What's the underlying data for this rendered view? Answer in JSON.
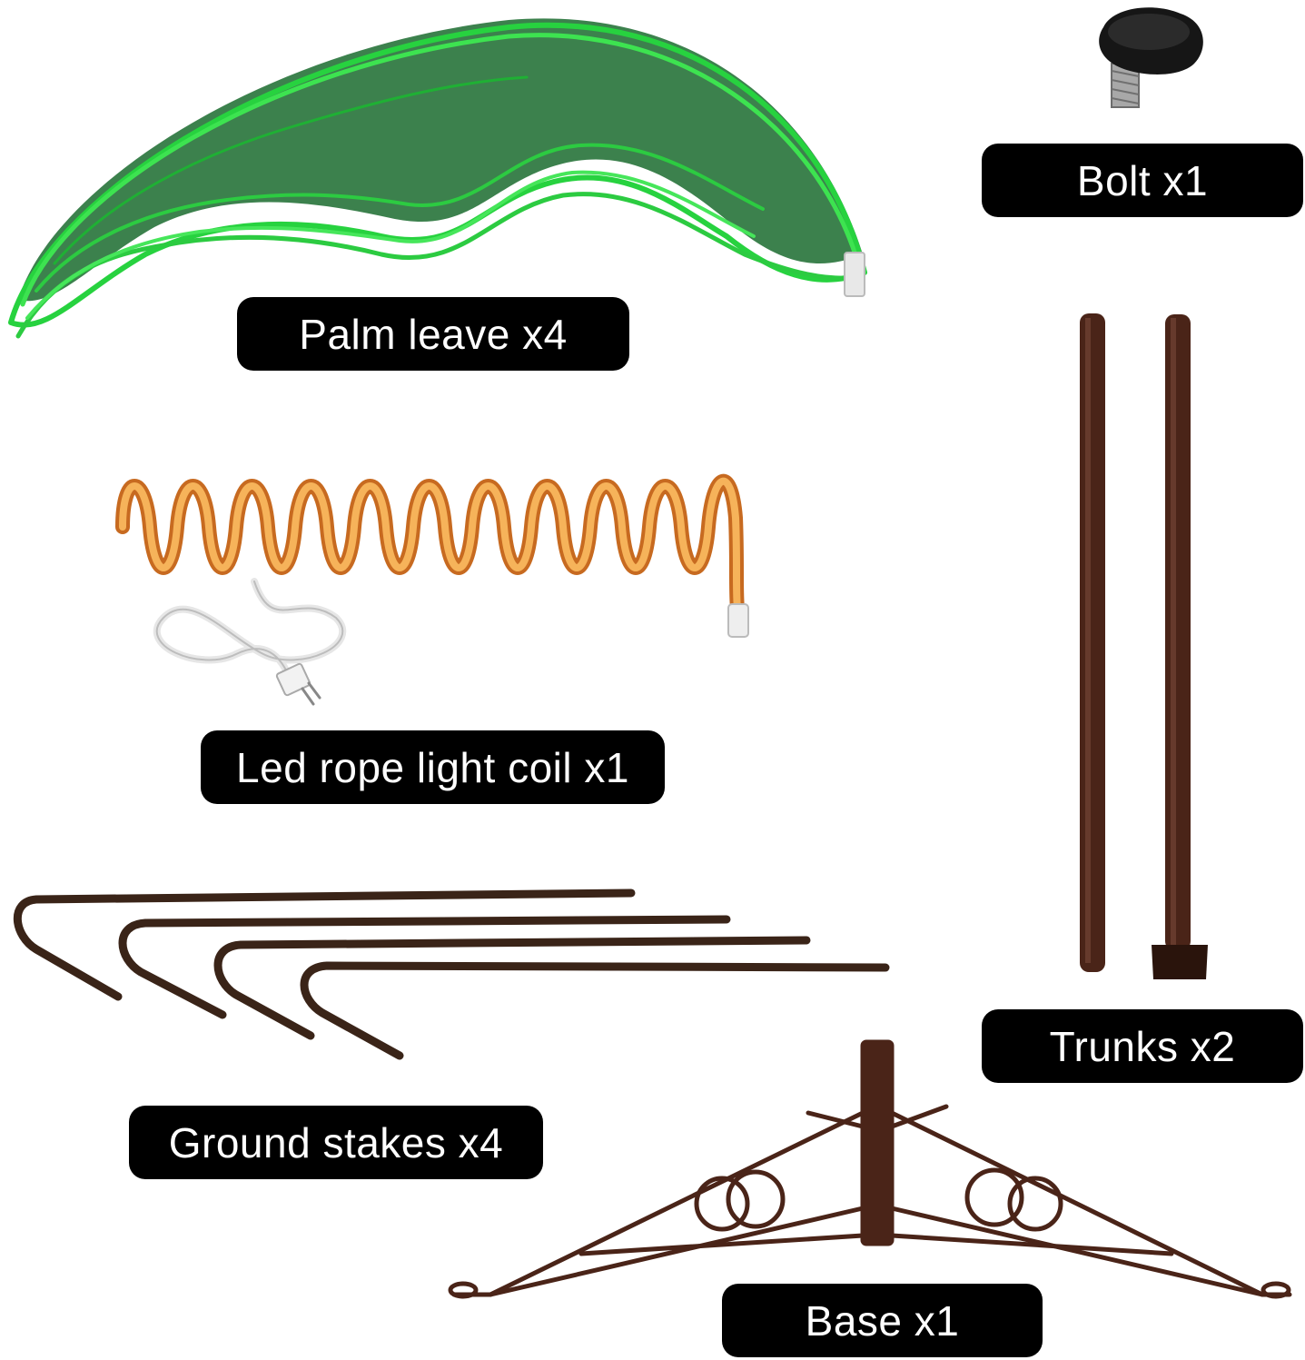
{
  "parts": {
    "palm_leave": {
      "label": "Palm leave x4",
      "icon": "palm-leaf",
      "color": "#1fcf3f"
    },
    "bolt": {
      "label": "Bolt x1",
      "icon": "knob-bolt",
      "color": "#111111"
    },
    "rope_light": {
      "label": "Led rope light coil x1",
      "icon": "rope-light-coil",
      "color": "#f0a040"
    },
    "trunks": {
      "label": "Trunks x2",
      "icon": "trunk-pole",
      "color": "#4a2418"
    },
    "ground_stakes": {
      "label": "Ground stakes x4",
      "icon": "ground-stake",
      "color": "#3a2418"
    },
    "base": {
      "label": "Base x1",
      "icon": "tree-base",
      "color": "#4a2418"
    }
  }
}
